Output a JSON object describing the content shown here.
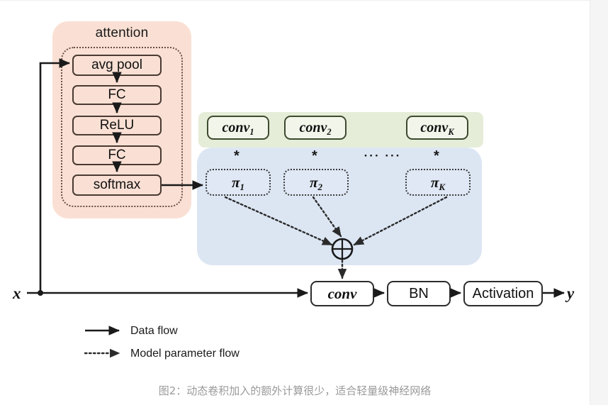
{
  "figure": {
    "caption": "图2：动态卷积加入的额外计算很少，适合轻量级神经网络"
  },
  "colors": {
    "attention_panel": "#fae0d4",
    "conv_band": "#e5ecd8",
    "pi_band": "#dce6f3",
    "box_border_dark": "#4a3a32",
    "box_border_plain": "#2c2c2c",
    "conv_box_border": "#3d4a2f",
    "arrow": "#1a1a1a",
    "caption_text": "#9a9a9a",
    "frame_strip": "#f5f5f5"
  },
  "io": {
    "input_label": "x",
    "output_label": "y"
  },
  "attention": {
    "title": "attention",
    "steps": [
      {
        "label": "avg pool"
      },
      {
        "label": "FC"
      },
      {
        "label": "ReLU"
      },
      {
        "label": "FC"
      },
      {
        "label": "softmax"
      }
    ]
  },
  "kernels": {
    "conv_boxes": [
      {
        "base": "conv",
        "sub": "1"
      },
      {
        "base": "conv",
        "sub": "2"
      },
      {
        "base": "conv",
        "sub": "K"
      }
    ],
    "operators": [
      "*",
      "*",
      "*"
    ],
    "ellipsis": "··· ···",
    "pi_boxes": [
      {
        "base": "π",
        "sub": "1"
      },
      {
        "base": "π",
        "sub": "2"
      },
      {
        "base": "π",
        "sub": "K"
      }
    ],
    "aggregate_symbol": "⊕"
  },
  "pipeline": [
    {
      "label": "conv",
      "style": "italic-serif"
    },
    {
      "label": "BN",
      "style": "plain"
    },
    {
      "label": "Activation",
      "style": "plain"
    }
  ],
  "legend": [
    {
      "label": "Data flow",
      "line": "solid"
    },
    {
      "label": "Model parameter flow",
      "line": "dotted"
    }
  ]
}
